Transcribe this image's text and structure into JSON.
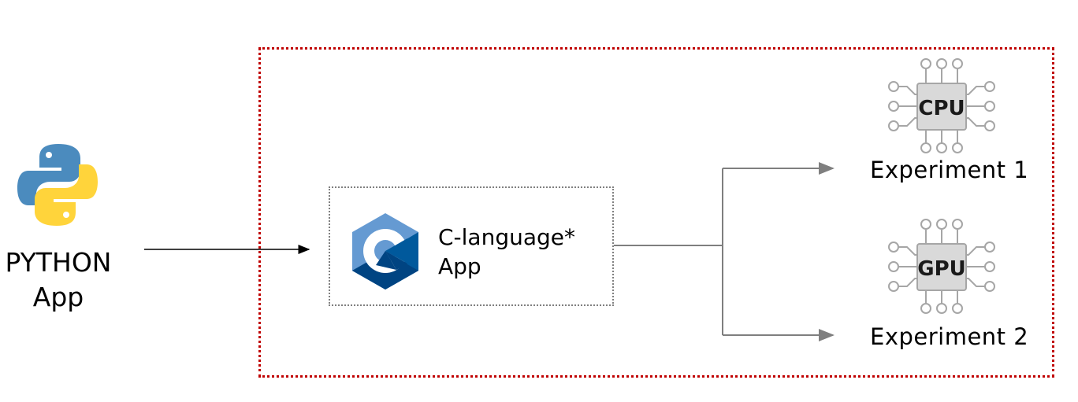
{
  "python_app": {
    "icon": "python-logo-icon",
    "label_line1": "PYTHON",
    "label_line2": "App"
  },
  "c_app": {
    "icon": "c-language-logo-icon",
    "label_line1": "C-language*",
    "label_line2": "App"
  },
  "experiments": [
    {
      "chip_text": "CPU",
      "label": "Experiment 1",
      "icon": "cpu-chip-icon"
    },
    {
      "chip_text": "GPU",
      "label": "Experiment 2",
      "icon": "gpu-chip-icon"
    }
  ],
  "colors": {
    "outer_border": "#c00000",
    "inner_border": "#808080",
    "connector": "#7f7f7f",
    "arrow_python": "#000000",
    "python_blue": "#4b8bbe",
    "python_yellow": "#ffd43b",
    "c_light": "#659ad2",
    "c_mid": "#00599c",
    "c_dark": "#004482",
    "chip_fill": "#d9d9d9",
    "chip_stroke": "#a6a6a6"
  }
}
